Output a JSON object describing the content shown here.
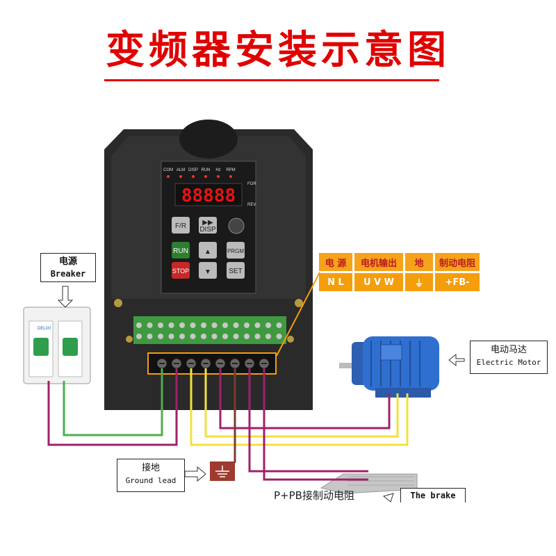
{
  "title": "变频器安装示意图",
  "colors": {
    "title": "#e00000",
    "terminal_bg": "#f59e0b",
    "wire_green": "#4caf50",
    "wire_purple": "#a0206b",
    "wire_yellow": "#f2e13c",
    "wire_brown": "#7a3b2e"
  },
  "panel": {
    "leds": [
      "COM",
      "ALM",
      "DISP",
      "RUN",
      "Hz",
      "RPM"
    ],
    "side_leds": [
      "FOR",
      "REV"
    ],
    "display": "88888",
    "keys": {
      "fr": "F/R",
      "disp": "DISP",
      "run": "RUN",
      "stop": "STOP",
      "prgm": "PRGM",
      "set": "SET"
    }
  },
  "breaker": {
    "zh": "电源",
    "en": "Breaker"
  },
  "motor": {
    "zh": "电动马达",
    "en": "Electric Motor"
  },
  "ground": {
    "zh": "接地",
    "en": "Ground lead"
  },
  "brake": {
    "caption": "P+PB接制动电阻",
    "en": "The brake"
  },
  "terminals": {
    "headers": [
      "电 源",
      "电机输出",
      "地",
      "制动电阻"
    ],
    "values": [
      "N L",
      "U V W",
      "⏚",
      "+FB-"
    ]
  }
}
